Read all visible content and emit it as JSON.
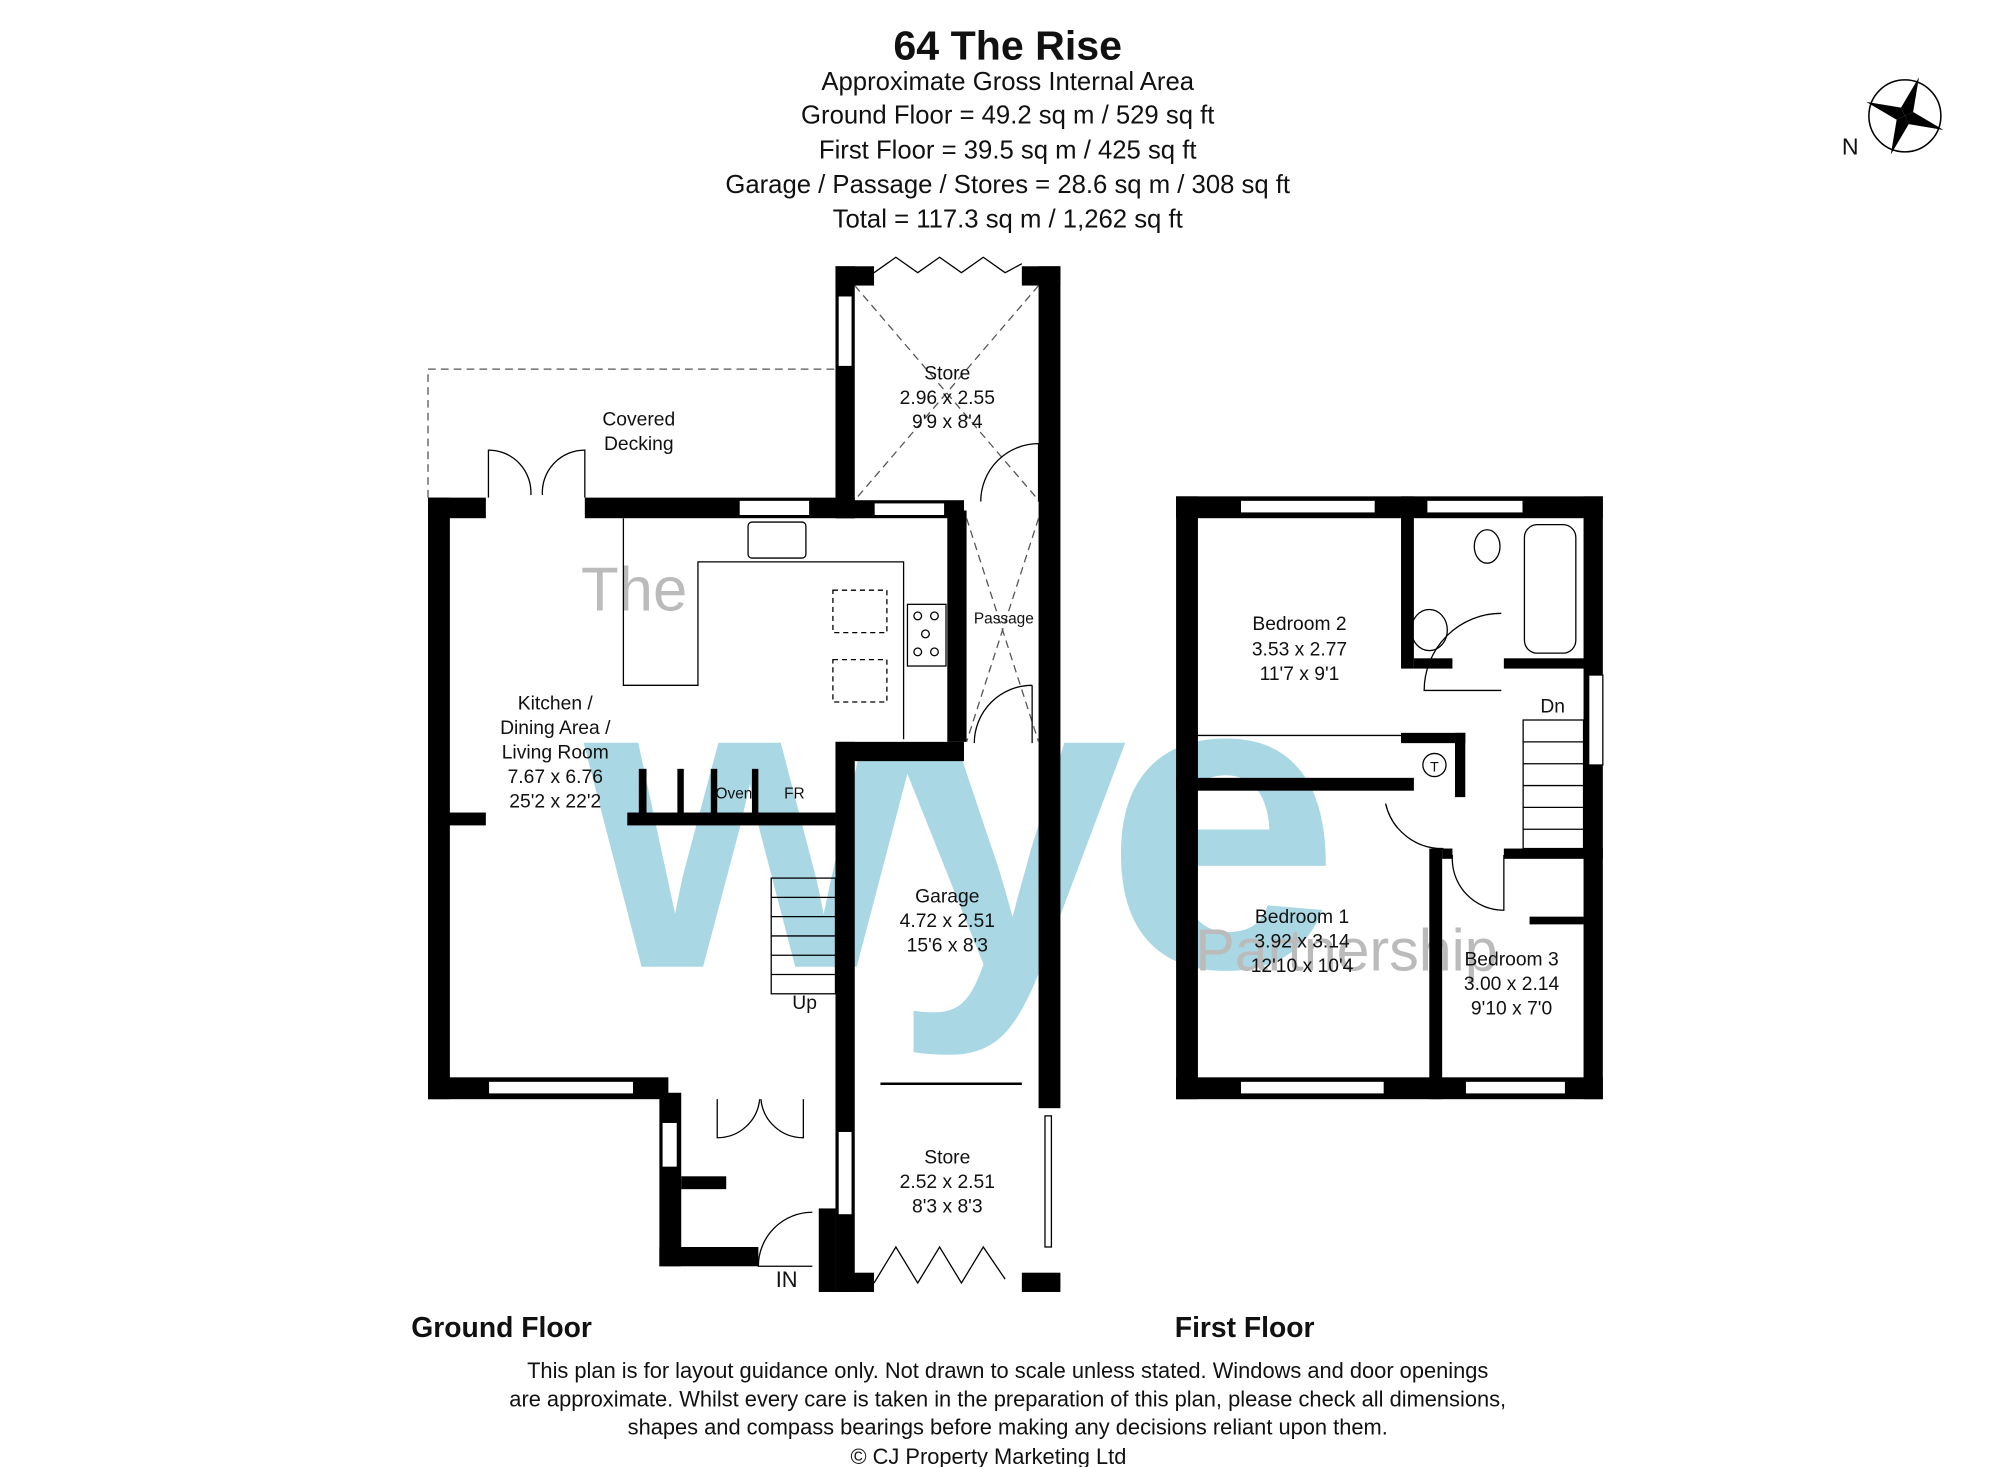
{
  "header": {
    "title": "64 The Rise",
    "subtitle": "Approximate Gross Internal Area",
    "areas": [
      "Ground Floor = 49.2 sq m / 529 sq ft",
      "First Floor = 39.5 sq m / 425 sq ft",
      "Garage / Passage / Stores = 28.6 sq m / 308 sq ft",
      "Total = 117.3 sq m / 1,262 sq ft"
    ]
  },
  "compass": {
    "label": "N",
    "icon": "compass-rose-icon"
  },
  "watermark": {
    "line1": "The",
    "logo": "wye",
    "line2": "Partnership",
    "color": "#a9d8e4"
  },
  "ground_floor": {
    "label": "Ground Floor",
    "rooms": {
      "store_rear": {
        "name": "Store",
        "metric": "2.96 x 2.55",
        "imperial": "9'9 x 8'4"
      },
      "decking": {
        "line1": "Covered",
        "line2": "Decking"
      },
      "passage": {
        "name": "Passage"
      },
      "kitchen": {
        "line1": "Kitchen /",
        "line2": "Dining Area /",
        "line3": "Living Room",
        "metric": "7.67 x 6.76",
        "imperial": "25'2 x 22'2"
      },
      "garage": {
        "name": "Garage",
        "metric": "4.72 x 2.51",
        "imperial": "15'6 x 8'3"
      },
      "store_front": {
        "name": "Store",
        "metric": "2.52 x 2.51",
        "imperial": "8'3 x 8'3"
      }
    },
    "appliances": {
      "oven": "Oven",
      "fridge": "FR"
    },
    "stairs_label": "Up",
    "entrance_label": "IN"
  },
  "first_floor": {
    "label": "First Floor",
    "rooms": {
      "bedroom2": {
        "name": "Bedroom 2",
        "metric": "3.53 x 2.77",
        "imperial": "11'7 x 9'1"
      },
      "bedroom1": {
        "name": "Bedroom 1",
        "metric": "3.92 x 3.14",
        "imperial": "12'10 x 10'4"
      },
      "bedroom3": {
        "name": "Bedroom 3",
        "metric": "3.00 x 2.14",
        "imperial": "9'10 x 7'0"
      }
    },
    "stairs_label": "Dn",
    "tank_label": "T"
  },
  "disclaimer": [
    "This plan is for layout guidance only. Not drawn to scale unless stated. Windows and door openings",
    "are approximate. Whilst every care is taken in the preparation of this plan, please check all dimensions,",
    "shapes and compass bearings before making any decisions reliant upon them."
  ],
  "copyright": "© CJ Property Marketing Ltd"
}
